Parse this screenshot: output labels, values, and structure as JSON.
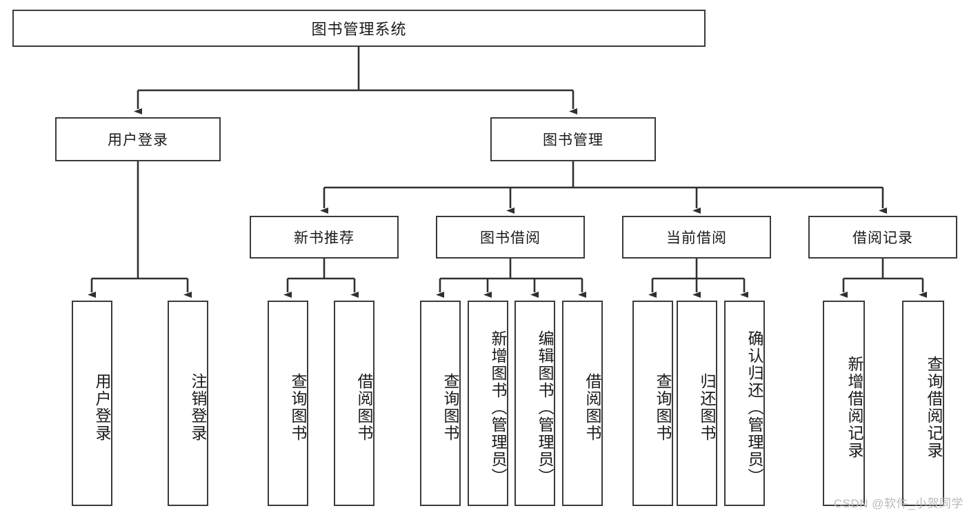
{
  "diagram": {
    "title": "图书管理系统",
    "type": "tree-hierarchy-diagram",
    "watermark": "CSDN @软件_小贺同学",
    "colors": {
      "box_border": "#3a3a3a",
      "box_fill": "#ffffff",
      "edge": "#2f2f2f",
      "text": "#1a1a1a",
      "watermark": "#b9b9b9",
      "background": "#ffffff"
    },
    "levels": {
      "level1": [
        {
          "id": "root",
          "label": "图书管理系统"
        }
      ],
      "level2": [
        {
          "id": "user-login",
          "label": "用户登录"
        },
        {
          "id": "book-manage",
          "label": "图书管理"
        }
      ],
      "level3": [
        {
          "id": "new-book-recommend",
          "label": "新书推荐"
        },
        {
          "id": "book-borrow",
          "label": "图书借阅"
        },
        {
          "id": "current-borrow",
          "label": "当前借阅"
        },
        {
          "id": "borrow-record",
          "label": "借阅记录"
        }
      ],
      "level4": [
        {
          "id": "leaf-user-login",
          "label": "用户登录",
          "parent": "user-login"
        },
        {
          "id": "leaf-user-logout",
          "label": "注销登录",
          "parent": "user-login"
        },
        {
          "id": "leaf-query-book-1",
          "label": "查询图书",
          "parent": "new-book-recommend"
        },
        {
          "id": "leaf-borrow-book-1",
          "label": "借阅图书",
          "parent": "new-book-recommend"
        },
        {
          "id": "leaf-query-book-2",
          "label": "查询图书",
          "parent": "book-borrow"
        },
        {
          "id": "leaf-add-book",
          "label": "新增图书（管理员）",
          "parent": "book-borrow"
        },
        {
          "id": "leaf-edit-book",
          "label": "编辑图书（管理员）",
          "parent": "book-borrow"
        },
        {
          "id": "leaf-borrow-book-2",
          "label": "借阅图书",
          "parent": "book-borrow"
        },
        {
          "id": "leaf-query-book-3",
          "label": "查询图书",
          "parent": "current-borrow"
        },
        {
          "id": "leaf-return-book",
          "label": "归还图书",
          "parent": "current-borrow"
        },
        {
          "id": "leaf-confirm-return",
          "label": "确认归还（管理员）",
          "parent": "current-borrow"
        },
        {
          "id": "leaf-add-record",
          "label": "新增借阅记录",
          "parent": "borrow-record"
        },
        {
          "id": "leaf-query-record",
          "label": "查询借阅记录",
          "parent": "borrow-record"
        }
      ]
    }
  }
}
